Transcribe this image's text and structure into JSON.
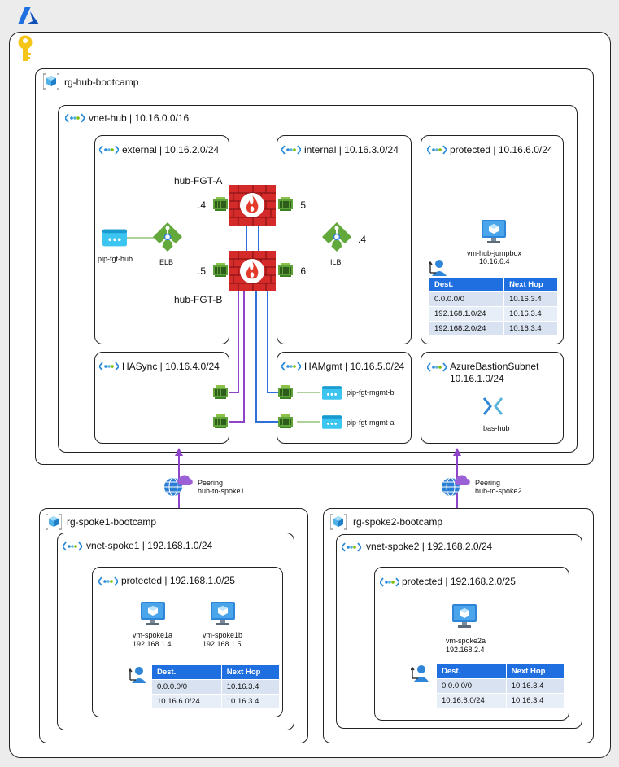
{
  "hub": {
    "rg_title": "rg-hub-bootcamp",
    "vnet_title": "vnet-hub | 10.16.0.0/16",
    "subnets": {
      "external": "external | 10.16.2.0/24",
      "internal": "internal | 10.16.3.0/24",
      "protected": "protected | 10.16.6.0/24",
      "hasync": "HASync | 10.16.4.0/24",
      "hamgmt": "HAMgmt | 10.16.5.0/24",
      "bastion_line1": "AzureBastionSubnet",
      "bastion_line2": "10.16.1.0/24"
    },
    "fgt_a": "hub-FGT-A",
    "fgt_b": "hub-FGT-B",
    "nic": {
      "a_ext": ".4",
      "a_int": ".5",
      "b_ext": ".5",
      "b_int": ".6",
      "ilb": ".4"
    },
    "pip_fgt_hub": "pip-fgt-hub",
    "elb": "ELB",
    "ilb": "ILB",
    "jumpbox_name": "vm-hub-jumpbox",
    "jumpbox_ip": "10.16.6.4",
    "pip_mgmt_b": "pip-fgt-mgmt-b",
    "pip_mgmt_a": "pip-fgt-mgmt-a",
    "bastion_host": "bas-hub",
    "route_table": {
      "headers": [
        "Dest.",
        "Next Hop"
      ],
      "rows": [
        [
          "0.0.0.0/0",
          "10.16.3.4"
        ],
        [
          "192.168.1.0/24",
          "10.16.3.4"
        ],
        [
          "192.168.2.0/24",
          "10.16.3.4"
        ]
      ]
    }
  },
  "peering1": {
    "line1": "Peering",
    "line2": "hub-to-spoke1"
  },
  "peering2": {
    "line1": "Peering",
    "line2": "hub-to-spoke2"
  },
  "spoke1": {
    "rg_title": "rg-spoke1-bootcamp",
    "vnet_title": "vnet-spoke1 | 192.168.1.0/24",
    "subnet_title": "protected | 192.168.1.0/25",
    "vm_a_name": "vm-spoke1a",
    "vm_a_ip": "192.168.1.4",
    "vm_b_name": "vm-spoke1b",
    "vm_b_ip": "192.168.1.5",
    "route_table": {
      "headers": [
        "Dest.",
        "Next Hop"
      ],
      "rows": [
        [
          "0.0.0.0/0",
          "10.16.3.4"
        ],
        [
          "10.16.6.0/24",
          "10.16.3.4"
        ]
      ]
    }
  },
  "spoke2": {
    "rg_title": "rg-spoke2-bootcamp",
    "vnet_title": "vnet-spoke2 | 192.168.2.0/24",
    "subnet_title": "protected | 192.168.2.0/25",
    "vm_a_name": "vm-spoke2a",
    "vm_a_ip": "192.168.2.4",
    "route_table": {
      "headers": [
        "Dest.",
        "Next Hop"
      ],
      "rows": [
        [
          "0.0.0.0/0",
          "10.16.3.4"
        ],
        [
          "10.16.6.0/24",
          "10.16.3.4"
        ]
      ]
    }
  },
  "colors": {
    "azure_blue": "#1f6fe0",
    "firewall_red": "#d42a2a",
    "sync_purple": "#8e44c9",
    "mgmt_blue": "#2f6fd8",
    "nic_green": "#5fa33a"
  }
}
